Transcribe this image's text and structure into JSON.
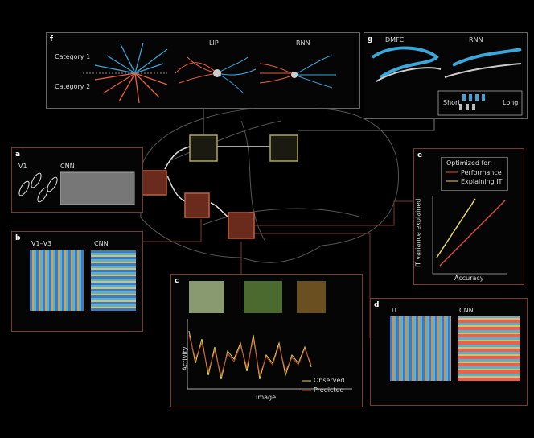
{
  "panel_f": {
    "letter": "f",
    "category1": "Category 1",
    "category2": "Category 2",
    "lip": "LIP",
    "rnn": "RNN"
  },
  "panel_g": {
    "letter": "g",
    "dmfc": "DMFC",
    "rnn": "RNN",
    "short": "Short",
    "long": "Long"
  },
  "panel_a": {
    "letter": "a",
    "v1": "V1",
    "cnn": "CNN"
  },
  "panel_b": {
    "letter": "b",
    "v1v3": "V1–V3",
    "cnn": "CNN"
  },
  "panel_c": {
    "letter": "c",
    "ylabel": "Activity",
    "xlabel": "Image",
    "legend_observed": "Observed",
    "legend_predicted": "Predicted"
  },
  "panel_d": {
    "letter": "d",
    "it": "IT",
    "cnn": "CNN"
  },
  "panel_e": {
    "letter": "e",
    "legend_title": "Optimized for:",
    "legend_performance": "Performance",
    "legend_explaining": "Explaining IT",
    "ylabel": "IT variance explained",
    "xlabel": "Accuracy"
  },
  "colors": {
    "blue": "#3ba6d8",
    "orange": "#e8603c",
    "yellow": "#e8d85a",
    "red": "#e24a3a",
    "brown": "#7a3a28",
    "olive": "#9a9a50"
  }
}
